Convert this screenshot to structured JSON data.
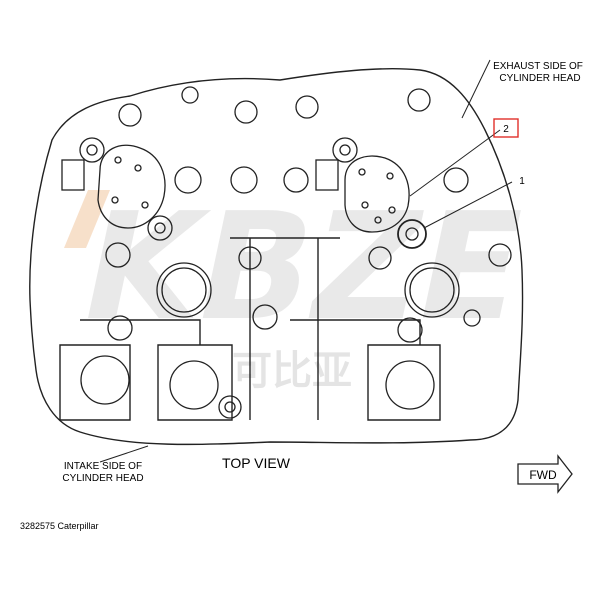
{
  "diagram": {
    "labels": {
      "exhaust_line1": "EXHAUST SIDE OF",
      "exhaust_line2": "CYLINDER HEAD",
      "intake_line1": "INTAKE SIDE OF",
      "intake_line2": "CYLINDER HEAD",
      "top_view": "TOP VIEW",
      "fwd": "FWD",
      "callout_1": "1",
      "callout_2": "2",
      "caption": "3282575 Caterpillar"
    },
    "watermark": {
      "text": "KBZE",
      "subtext": "可比亚",
      "color": "#d8d8d8",
      "accent_color": "#f2c7a0"
    },
    "colors": {
      "line": "#222222",
      "highlight_box": "#e0302a"
    }
  }
}
